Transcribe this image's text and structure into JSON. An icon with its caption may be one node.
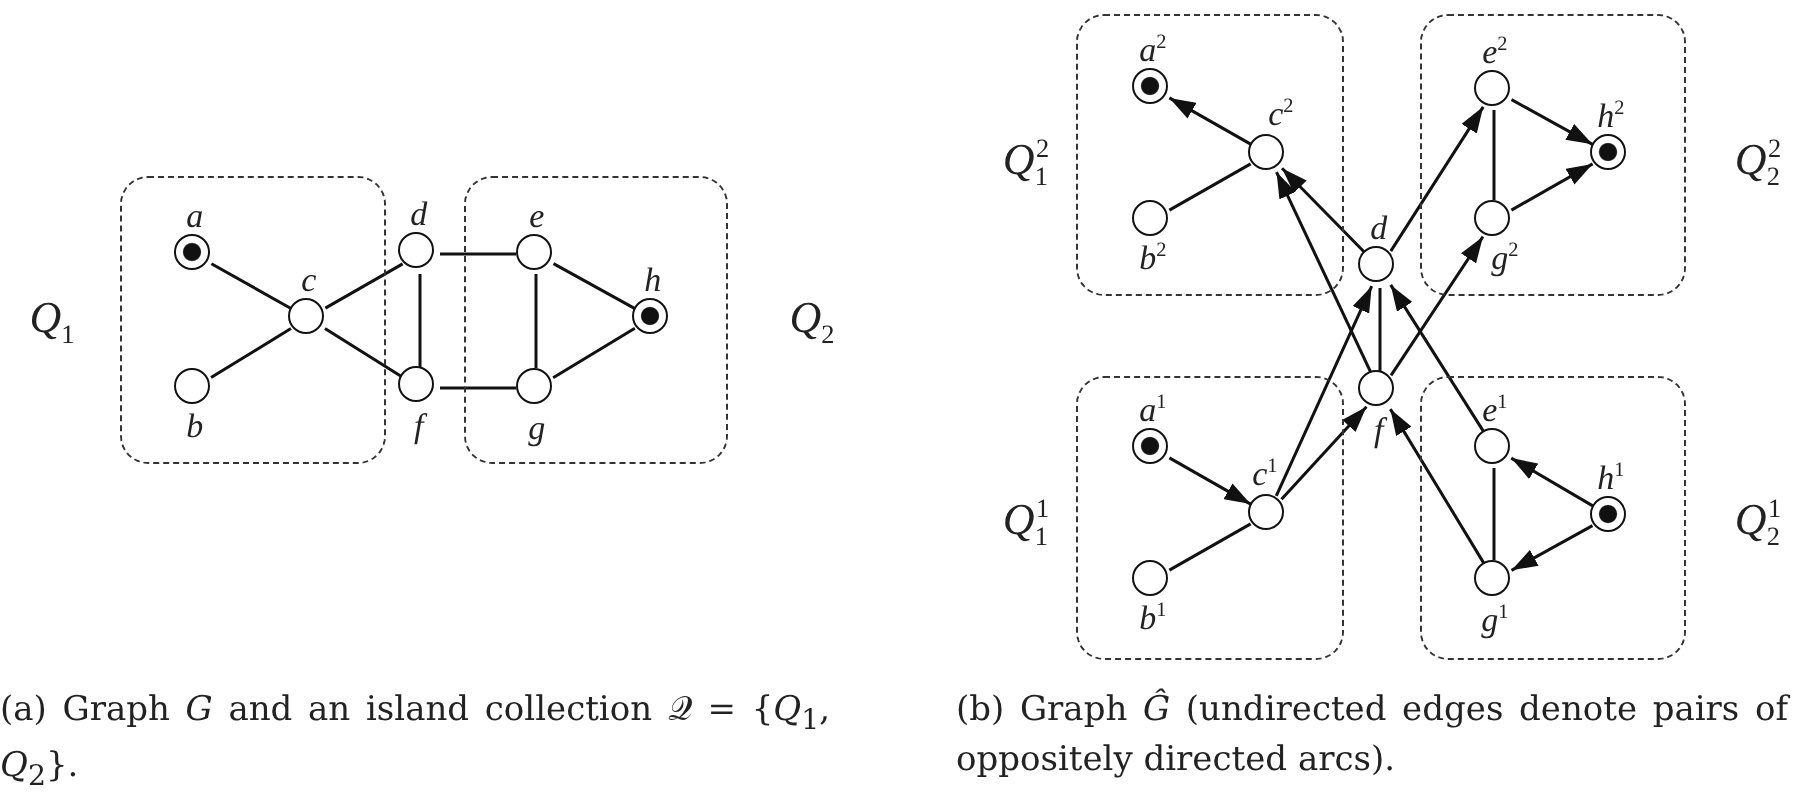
{
  "diagram": {
    "nodes": [
      {
        "text": [
          "Q$_{1}$"
        ]
      },
      {
        "text": [],
        "shape": "bullseye",
        "beside": [
          "a"
        ],
        "in": 0
      },
      {
        "text": [],
        "shape": "circle",
        "beside": [
          "b"
        ],
        "in": 0
      },
      {
        "text": [],
        "shape": "circle",
        "beside": [
          "c"
        ],
        "in": 0
      },
      {
        "text": [],
        "shape": "circle",
        "beside": [
          "d"
        ]
      },
      {
        "text": [],
        "shape": "circle",
        "beside": [
          "f"
        ]
      },
      {
        "text": [
          "Q$_{2}$"
        ]
      },
      {
        "text": [],
        "shape": "circle",
        "beside": [
          "e"
        ],
        "in": 6
      },
      {
        "text": [],
        "shape": "circle",
        "beside": [
          "g"
        ],
        "in": 6
      },
      {
        "text": [],
        "shape": "bullseye",
        "beside": [
          "h"
        ],
        "in": 6
      },
      {
        "text": [
          "Q$_{1}$$^{2}$"
        ]
      },
      {
        "text": [],
        "shape": "bullseye",
        "beside": [
          "a$^{2}$"
        ],
        "in": 10
      },
      {
        "text": [],
        "shape": "circle",
        "beside": [
          "b$^{2}$"
        ],
        "in": 10
      },
      {
        "text": [],
        "shape": "circle",
        "beside": [
          "c$^{2}$"
        ],
        "in": 10
      },
      {
        "text": [
          "Q$_{2}$$^{2}$"
        ]
      },
      {
        "text": [],
        "shape": "circle",
        "beside": [
          "e$^{2}$"
        ],
        "in": 14
      },
      {
        "text": [],
        "shape": "circle",
        "beside": [
          "g$^{2}$"
        ],
        "in": 14
      },
      {
        "text": [],
        "shape": "bullseye",
        "beside": [
          "h$^{2}$"
        ],
        "in": 14
      },
      {
        "text": [],
        "shape": "circle",
        "beside": [
          "d"
        ]
      },
      {
        "text": [],
        "shape": "circle",
        "beside": [
          "f"
        ]
      },
      {
        "text": [
          "Q$_{1}$$^{1}$"
        ]
      },
      {
        "text": [],
        "shape": "bullseye",
        "beside": [
          "a$^{1}$"
        ],
        "in": 20
      },
      {
        "text": [],
        "shape": "circle",
        "beside": [
          "b$^{1}$"
        ],
        "in": 20
      },
      {
        "text": [],
        "shape": "circle",
        "beside": [
          "c$^{1}$"
        ],
        "in": 20
      },
      {
        "text": [
          "Q$_{2}$$^{1}$"
        ]
      },
      {
        "text": [],
        "shape": "circle",
        "beside": [
          "e$^{1}$"
        ],
        "in": 24
      },
      {
        "text": [],
        "shape": "circle",
        "beside": [
          "g$^{1}$"
        ],
        "in": 24
      },
      {
        "text": [],
        "shape": "bullseye",
        "beside": [
          "h$^{1}$"
        ],
        "in": 24
      }
    ],
    "edges": [
      {
        "from": 1,
        "to": 3,
        "arrow": "none"
      },
      {
        "from": 2,
        "to": 3,
        "arrow": "none"
      },
      {
        "from": 3,
        "to": 4,
        "arrow": "none"
      },
      {
        "from": 3,
        "to": 5,
        "arrow": "none"
      },
      {
        "from": 4,
        "to": 5,
        "arrow": "none"
      },
      {
        "from": 4,
        "to": 7,
        "arrow": "none"
      },
      {
        "from": 5,
        "to": 8,
        "arrow": "none"
      },
      {
        "from": 7,
        "to": 8,
        "arrow": "none"
      },
      {
        "from": 7,
        "to": 9,
        "arrow": "none"
      },
      {
        "from": 8,
        "to": 9,
        "arrow": "none"
      },
      {
        "from": 13,
        "to": 11,
        "arrow": "to"
      },
      {
        "from": 12,
        "to": 13,
        "arrow": "none"
      },
      {
        "from": 18,
        "to": 13,
        "arrow": "to"
      },
      {
        "from": 19,
        "to": 13,
        "arrow": "to"
      },
      {
        "from": 18,
        "to": 15,
        "arrow": "to"
      },
      {
        "from": 19,
        "to": 16,
        "arrow": "to"
      },
      {
        "from": 15,
        "to": 16,
        "arrow": "none"
      },
      {
        "from": 15,
        "to": 17,
        "arrow": "to"
      },
      {
        "from": 16,
        "to": 17,
        "arrow": "to"
      },
      {
        "from": 18,
        "to": 19,
        "arrow": "none"
      },
      {
        "from": 21,
        "to": 23,
        "arrow": "to"
      },
      {
        "from": 22,
        "to": 23,
        "arrow": "none"
      },
      {
        "from": 23,
        "to": 18,
        "arrow": "to"
      },
      {
        "from": 23,
        "to": 19,
        "arrow": "to"
      },
      {
        "from": 27,
        "to": 25,
        "arrow": "to"
      },
      {
        "from": 27,
        "to": 26,
        "arrow": "to"
      },
      {
        "from": 25,
        "to": 26,
        "arrow": "none"
      },
      {
        "from": 26,
        "to": 19,
        "arrow": "to"
      },
      {
        "from": 25,
        "to": 18,
        "arrow": "to"
      }
    ],
    "labels": [
      "(a) Graph *G* and an island collection 𝒬 = {*Q*$_{1}$, *Q*$_{2}$}.",
      "(b) Graph *Ĝ* (undirected edges denote pairs of oppositely directed arcs)."
    ]
  }
}
